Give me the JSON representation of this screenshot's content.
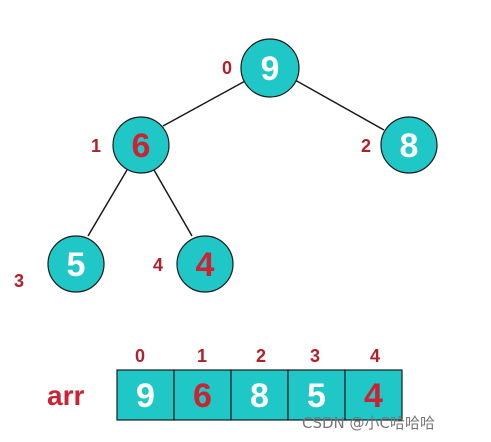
{
  "colors": {
    "node_fill": "#1fc7c7",
    "node_stroke": "#1a1a1a",
    "white_text": "#ffffff",
    "highlight_text": "#cc2233",
    "index_text": "#b0202a",
    "edge": "#1a1a1a"
  },
  "tree": {
    "nodes": [
      {
        "index": "0",
        "value": "9",
        "highlight": false
      },
      {
        "index": "1",
        "value": "6",
        "highlight": true
      },
      {
        "index": "2",
        "value": "8",
        "highlight": false
      },
      {
        "index": "3",
        "value": "5",
        "highlight": false
      },
      {
        "index": "4",
        "value": "4",
        "highlight": true
      }
    ]
  },
  "array": {
    "label": "arr",
    "cells": [
      {
        "index": "0",
        "value": "9",
        "highlight": false
      },
      {
        "index": "1",
        "value": "6",
        "highlight": true
      },
      {
        "index": "2",
        "value": "8",
        "highlight": false
      },
      {
        "index": "3",
        "value": "5",
        "highlight": false
      },
      {
        "index": "4",
        "value": "4",
        "highlight": true
      }
    ]
  },
  "watermark": "CSDN @小C哈哈哈"
}
